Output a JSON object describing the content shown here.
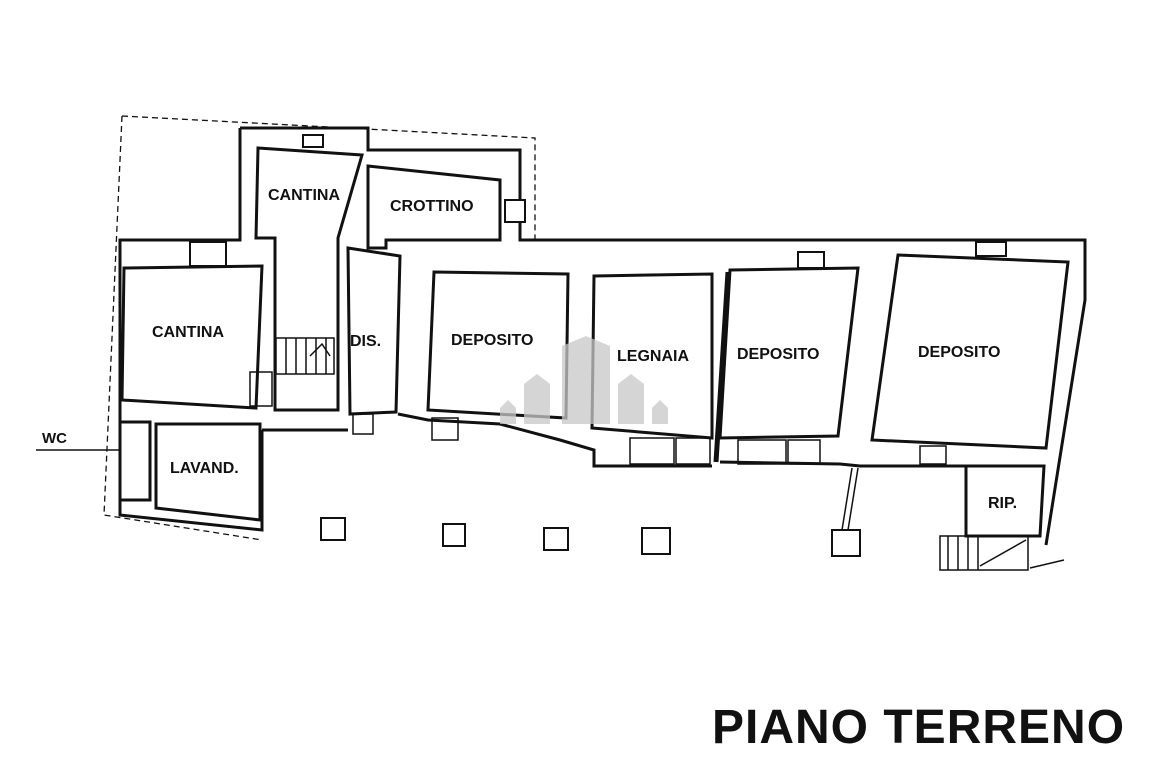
{
  "plan": {
    "title": "PIANO TERRENO",
    "rooms": {
      "cantina_upper": "CANTINA",
      "crottino": "CROTTINO",
      "cantina_left": "CANTINA",
      "dis": "DIS.",
      "deposito_1": "DEPOSITO",
      "legnaia": "LEGNAIA",
      "deposito_2": "DEPOSITO",
      "deposito_3": "DEPOSITO",
      "wc": "WC",
      "lavand": "LAVAND.",
      "rip": "RIP."
    }
  },
  "colors": {
    "ink": "#111111",
    "watermark": "#c8c8c8"
  }
}
